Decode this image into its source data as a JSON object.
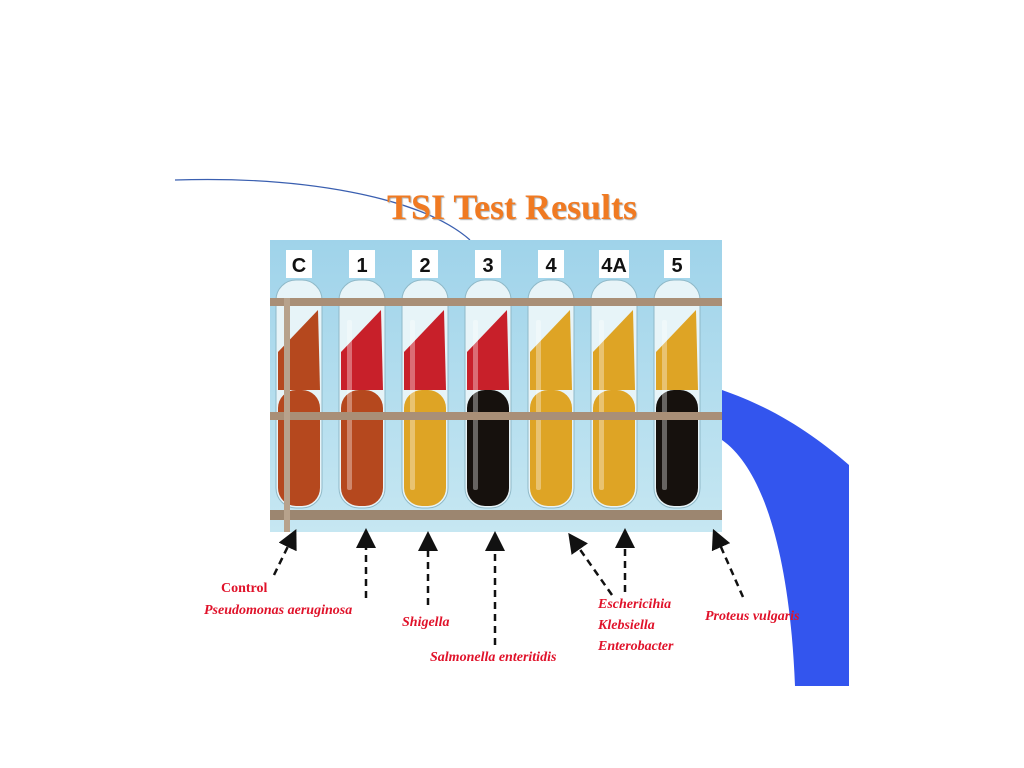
{
  "slide": {
    "title": "TSI Test Results",
    "colors": {
      "title": "#f07a22",
      "label": "#e0122a",
      "accent_blue": "#3355ee",
      "curve": "#3a5fb0"
    }
  },
  "photo": {
    "tubes": [
      {
        "tag": "C",
        "slant": "red-brown",
        "butt": "red-brown"
      },
      {
        "tag": "1",
        "slant": "red",
        "butt": "red-brown"
      },
      {
        "tag": "2",
        "slant": "red",
        "butt": "yellow"
      },
      {
        "tag": "3",
        "slant": "red",
        "butt": "black"
      },
      {
        "tag": "4",
        "slant": "yellow",
        "butt": "yellow"
      },
      {
        "tag": "4A",
        "slant": "yellow",
        "butt": "yellow"
      },
      {
        "tag": "5",
        "slant": "yellow",
        "butt": "black"
      }
    ]
  },
  "labels": {
    "control": "Control",
    "pseudomonas": "Pseudomonas aeruginosa",
    "shigella": "Shigella",
    "salmonella": "Salmonella enteritidis",
    "escherichia": "Eschericihia",
    "klebsiella": "Klebsiella",
    "enterobacter": "Enterobacter",
    "proteus": "Proteus vulgaris"
  }
}
